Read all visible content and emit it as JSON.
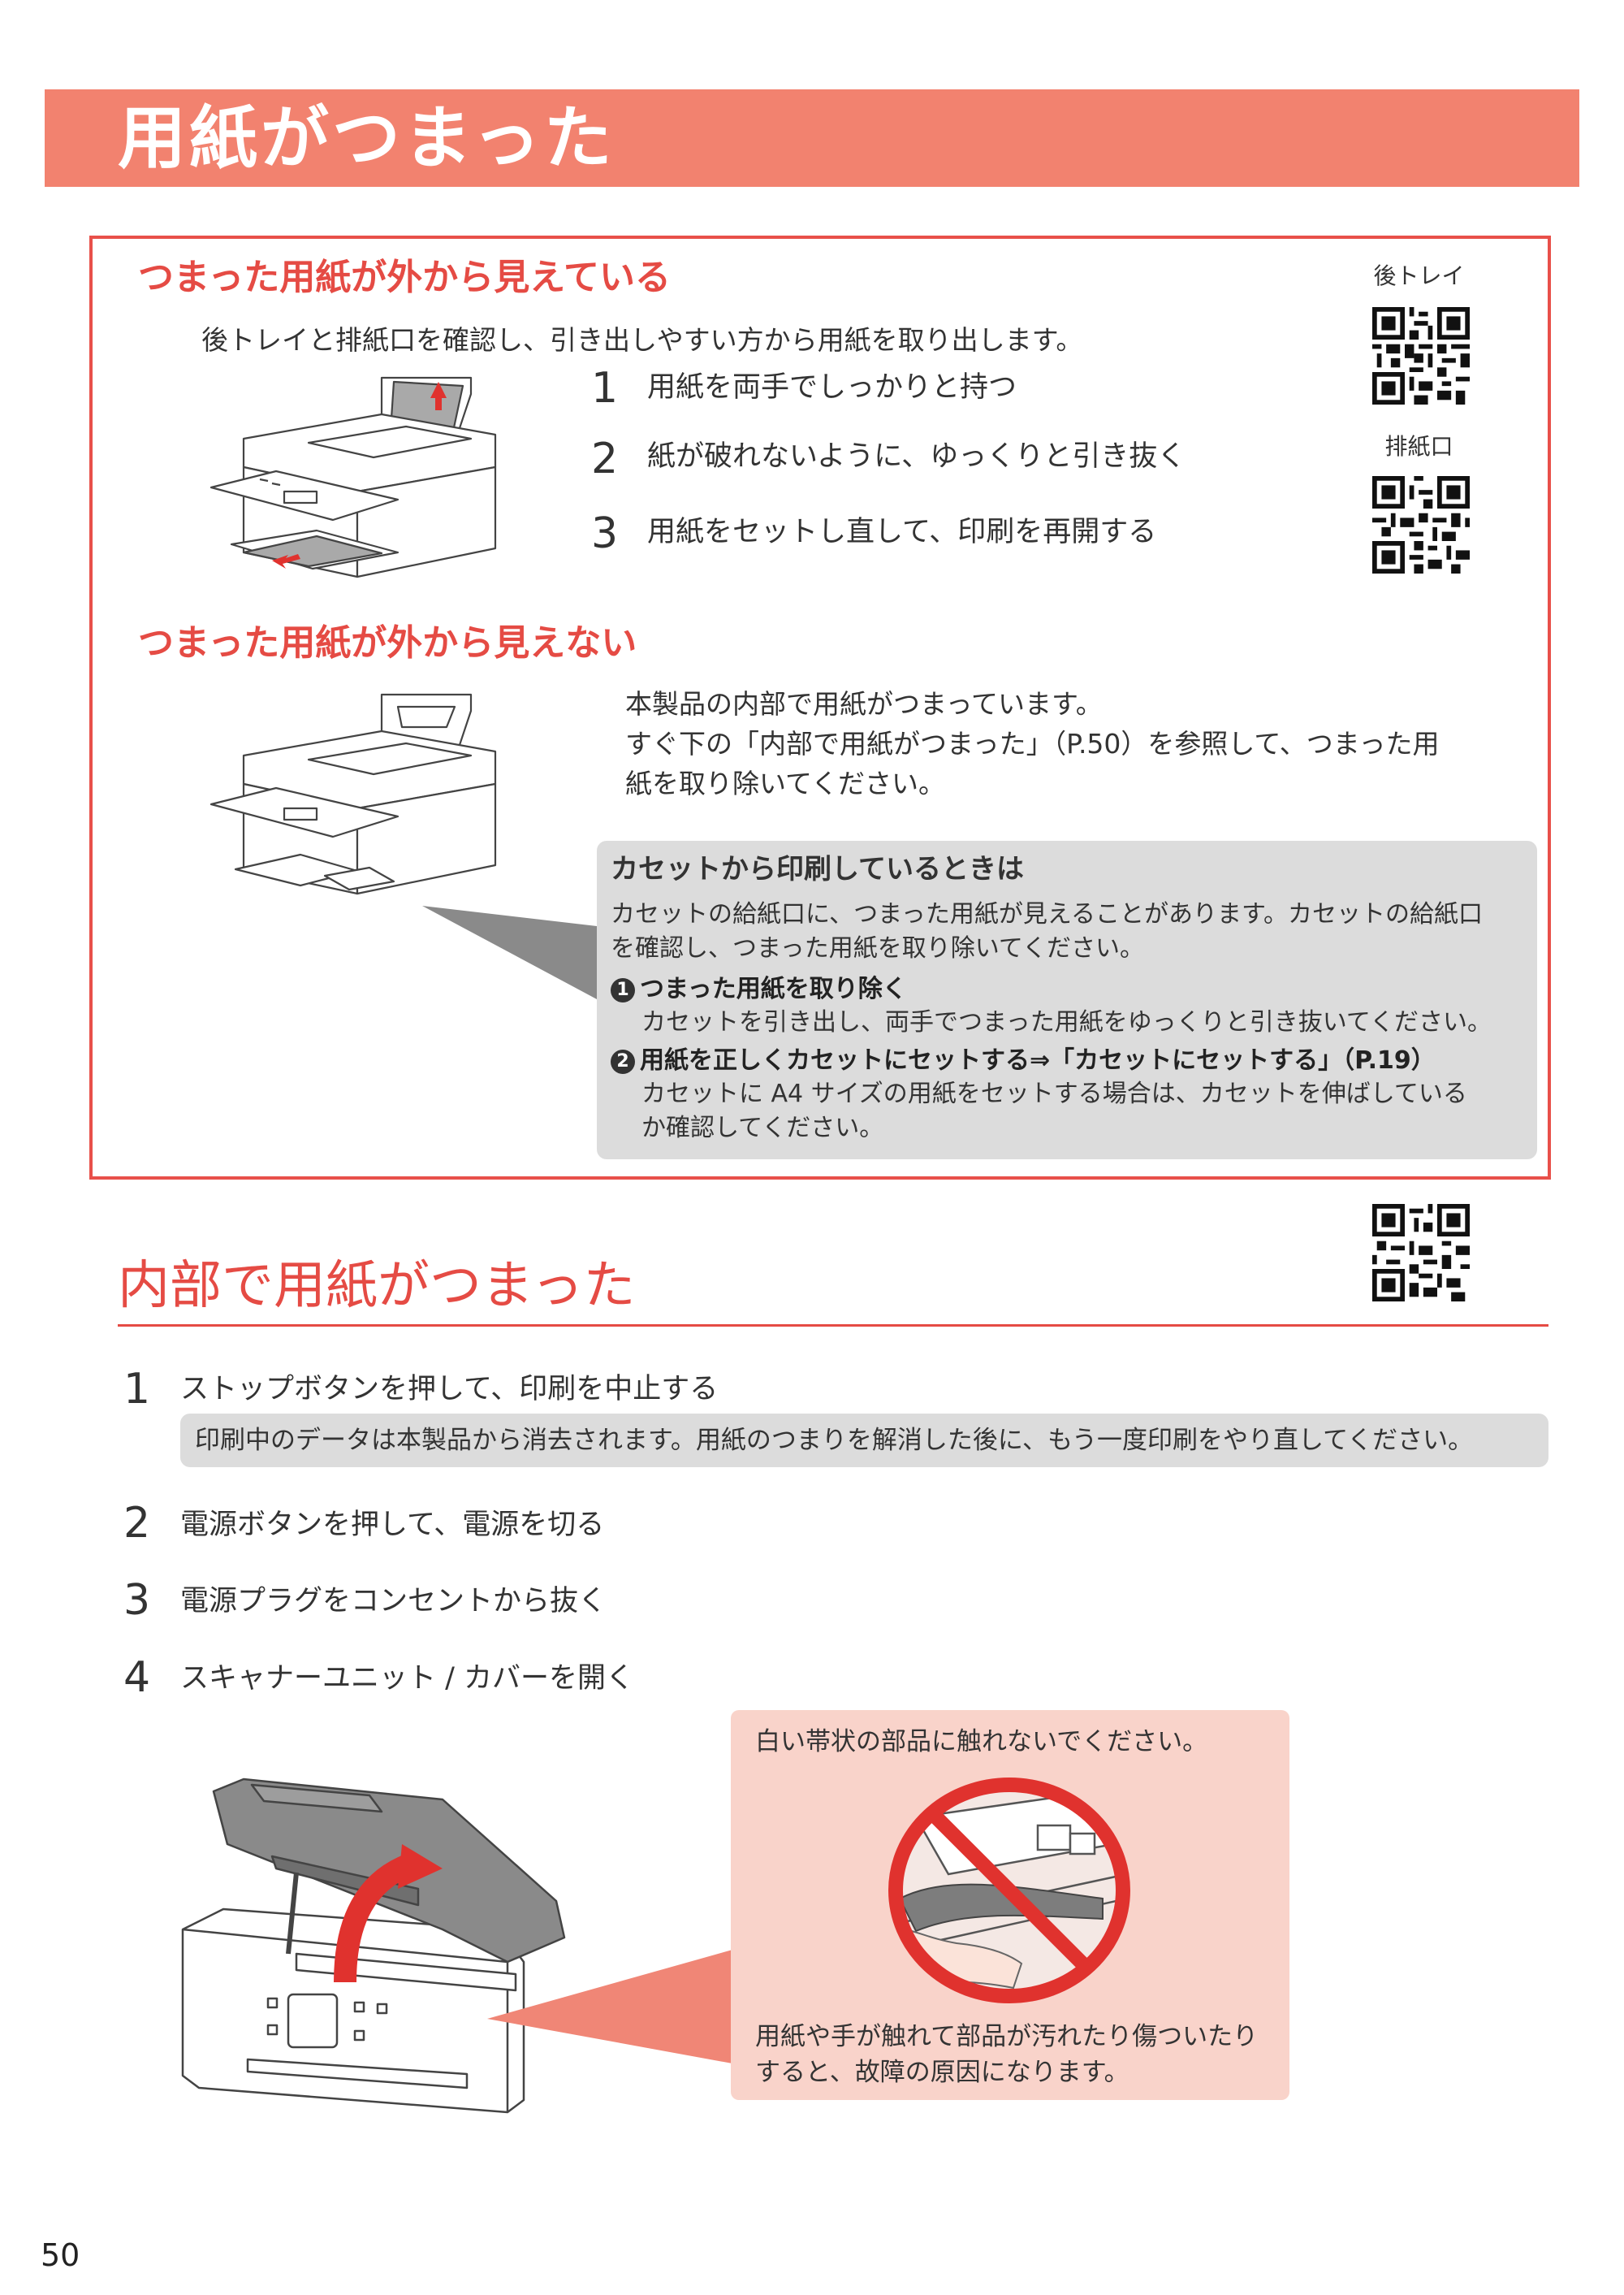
{
  "header": {
    "title": "用紙がつまった"
  },
  "visible": {
    "heading": "つまった用紙が外から見えている",
    "intro": "後トレイと排紙口を確認し、引き出しやすい方から用紙を取り出します。",
    "steps": [
      {
        "num": "1",
        "text": "用紙を両手でしっかりと持つ"
      },
      {
        "num": "2",
        "text": "紙が破れないように、ゆっくりと引き抜く"
      },
      {
        "num": "3",
        "text": "用紙をセットし直して、印刷を再開する"
      }
    ],
    "qr_rear_label": "後トレイ",
    "qr_outlet_label": "排紙口"
  },
  "invisible": {
    "heading": "つまった用紙が外から見えない",
    "lines": [
      "本製品の内部で用紙がつまっています。",
      "すぐ下の「内部で用紙がつまった」（P.50）を参照して、つまった用",
      "紙を取り除いてください。"
    ]
  },
  "cassette": {
    "title": "カセットから印刷しているときは",
    "desc_lines": [
      "カセットの給紙口に、つまった用紙が見えることがあります。カセットの給紙口",
      "を確認し、つまった用紙を取り除いてください。"
    ],
    "item1_num": "1",
    "item1_title": "つまった用紙を取り除く",
    "item1_text": "カセットを引き出し、両手でつまった用紙をゆっくりと引き抜いてください。",
    "item2_num": "2",
    "item2_title": "用紙を正しくカセットにセットする⇒「カセットにセットする」（P.19）",
    "item2_lines": [
      "カセットに A4 サイズの用紙をセットする場合は、カセットを伸ばしている",
      "か確認してください。"
    ]
  },
  "inner": {
    "heading": "内部で用紙がつまった",
    "steps": [
      {
        "num": "1",
        "text": "ストップボタンを押して、印刷を中止する"
      },
      {
        "num": "2",
        "text": "電源ボタンを押して、電源を切る"
      },
      {
        "num": "3",
        "text": "電源プラグをコンセントから抜く"
      },
      {
        "num": "4",
        "text": "スキャナーユニット / カバーを開く"
      }
    ],
    "note": "印刷中のデータは本製品から消去されます。用紙のつまりを解消した後に、もう一度印刷をやり直してください。",
    "warning_top": "白い帯状の部品に触れないでください。",
    "warning_bottom_lines": [
      "用紙や手が触れて部品が汚れたり傷ついたり",
      "すると、故障の原因になります。"
    ]
  },
  "page_number": "50",
  "colors": {
    "accent": "#e54b44",
    "band": "#f2826f",
    "note_bg": "#dcdcdc",
    "warn_bg": "#f9d3ca"
  }
}
